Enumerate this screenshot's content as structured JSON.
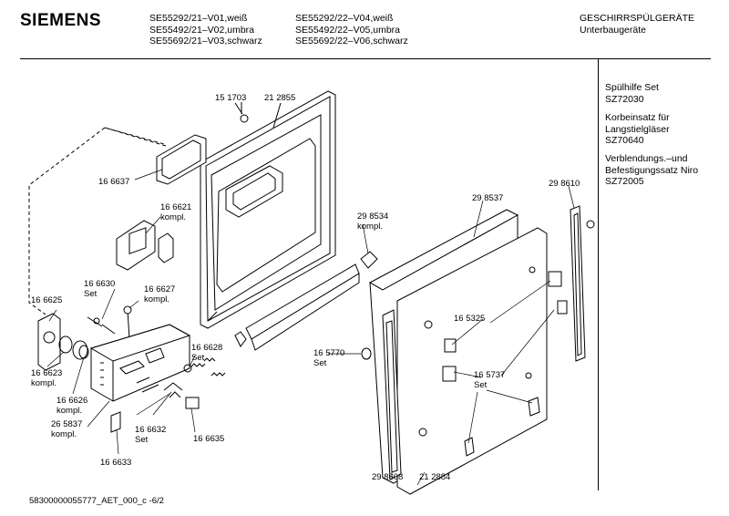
{
  "header": {
    "brand": "SIEMENS",
    "models_left": [
      "SE55292/21–V01,weiß",
      "SE55492/21–V02,umbra",
      "SE55692/21–V03,schwarz"
    ],
    "models_right": [
      "SE55292/22–V04,weiß",
      "SE55492/22–V05,umbra",
      "SE55692/22–V06,schwarz"
    ],
    "category": "GESCHIRRSPÜLGERÄTE",
    "subcategory": "Unterbaugeräte"
  },
  "sidebar": [
    {
      "name": "Spülhilfe Set",
      "code": "SZ72030"
    },
    {
      "name": "Korbeinsatz für",
      "name2": "Langstielgläser",
      "code": "SZ70640"
    },
    {
      "name": "Verblendungs.–und",
      "name2": "Befestigungssatz Niro",
      "code": "SZ72005"
    }
  ],
  "parts": {
    "p151703": "15 1703",
    "p212855": "21 2855",
    "p166637": "16 6637",
    "p166621": "16 6621",
    "p166621_sub": "kompl.",
    "p166630": "16 6630",
    "p166630_sub": "Set",
    "p166627": "16 6627",
    "p166627_sub": "kompl.",
    "p166625": "16 6625",
    "p166623": "16 6623",
    "p166623_sub": "kompl.",
    "p166626": "16 6626",
    "p166626_sub": "kompl.",
    "p265837": "26 5837",
    "p265837_sub": "kompl.",
    "p166628": "16 6628",
    "p166628_sub": "Set",
    "p166632": "16 6632",
    "p166632_sub": "Set",
    "p166633": "16 6633",
    "p166635": "16 6635",
    "p298534": "29 8534",
    "p298534_sub": "kompl.",
    "p298537": "29 8537",
    "p298610": "29 8610",
    "p165325": "16 5325",
    "p165770": "16 5770",
    "p165770_sub": "Set",
    "p165737": "16 5737",
    "p165737_sub": "Set",
    "p298608": "29 8608",
    "p212884": "21 2884"
  },
  "footer": "58300000055777_AET_000_c  -6/2"
}
